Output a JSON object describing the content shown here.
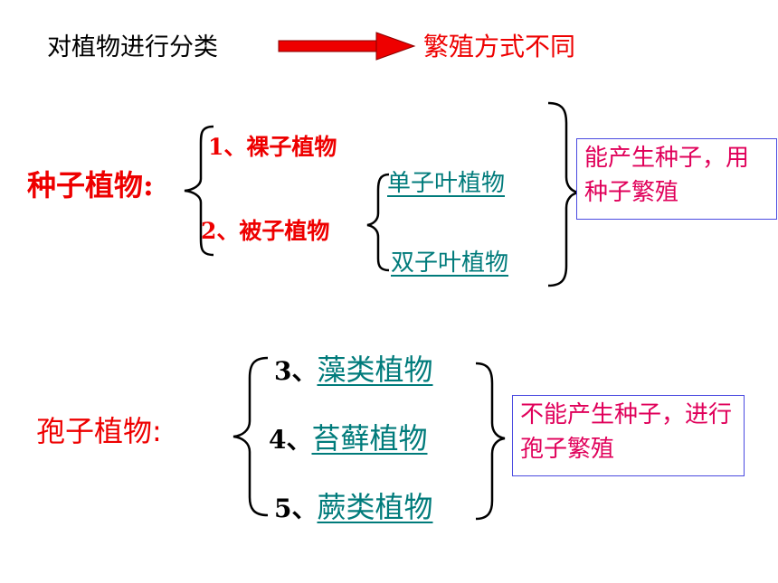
{
  "intro": {
    "text": "对植物进行分类",
    "arrow_target": "繁殖方式不同"
  },
  "seed": {
    "title": "种子植物:",
    "gymnosperm": "1、裸子植物",
    "angiosperm": "2、被子植物",
    "monocot": "单子叶植物",
    "dicot": "双子叶植物",
    "note": "能产生种子，用种子繁殖"
  },
  "spore": {
    "title": "孢子植物:",
    "items": [
      {
        "num": "3、",
        "name": "藻类植物"
      },
      {
        "num": "4、",
        "name": "苔藓植物"
      },
      {
        "num": "5、",
        "name": "蕨类植物"
      }
    ],
    "note": "不能产生种子，进行孢子繁殖"
  },
  "colors": {
    "red": "#ee0000",
    "teal": "#007b7b",
    "pink": "#e0005a",
    "box_border": "#4a4ae0"
  }
}
